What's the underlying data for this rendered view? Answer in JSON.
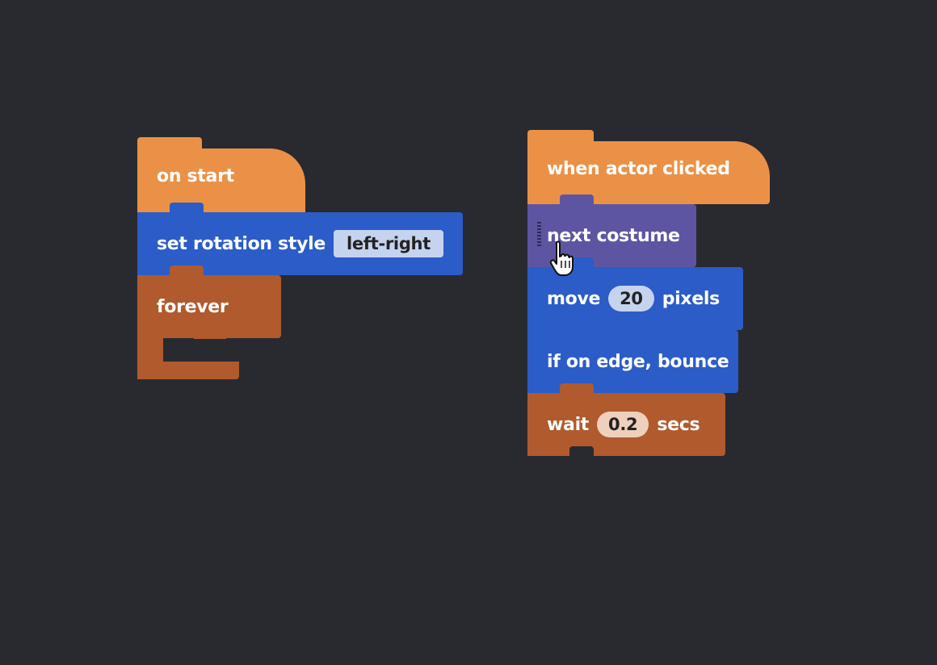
{
  "script_left": {
    "hat_label": "on start",
    "rotation_label": "set rotation style",
    "rotation_value": "left-right",
    "forever_label": "forever"
  },
  "script_right": {
    "hat_label": "when actor clicked",
    "costume_label": "next costume",
    "move_label": "move",
    "move_value": "20",
    "move_unit": "pixels",
    "bounce_label": "if on edge, bounce",
    "wait_label": "wait",
    "wait_value": "0.2",
    "wait_unit": "secs"
  },
  "colors": {
    "background": "#292a30",
    "event": "#ea9147",
    "motion": "#2b5cc7",
    "looks": "#5d55a2",
    "control": "#b05a2d"
  },
  "icons": {
    "cursor": "hand-pointer-icon"
  }
}
